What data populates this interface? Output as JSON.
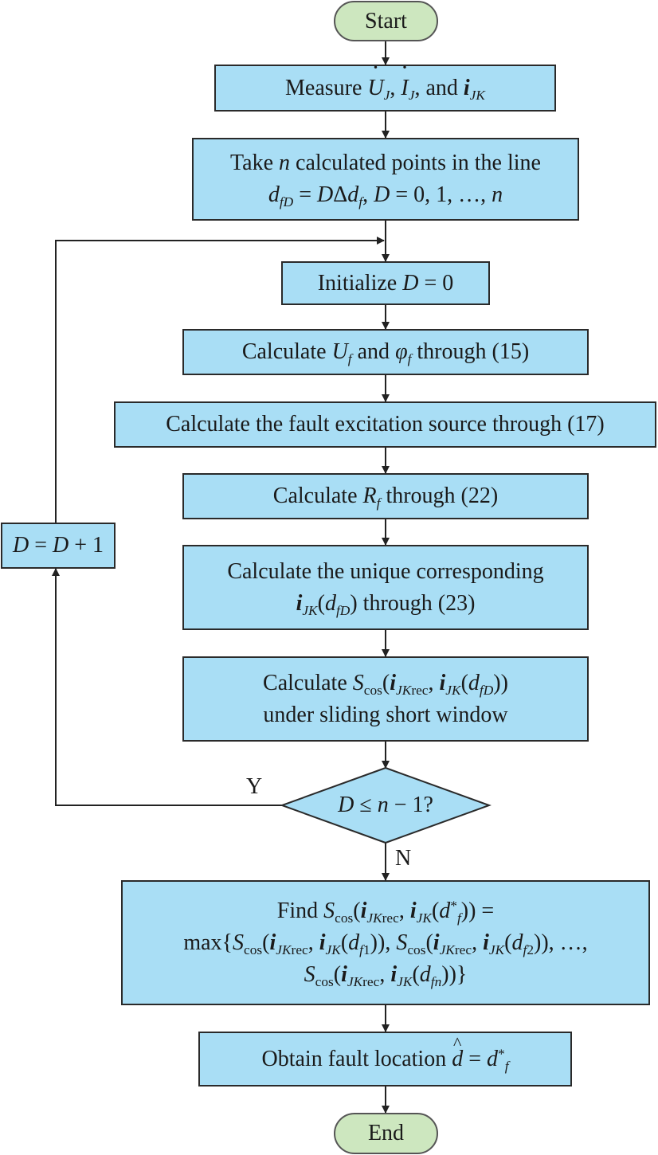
{
  "flowchart": {
    "start_label": "Start",
    "end_label": "End",
    "measure": {
      "prefix": "Measure ",
      "u": "U",
      "u_sub": "J",
      "i": "I",
      "i_sub": "J",
      "ijk": "i",
      "ijk_sub": "JK",
      "sep": ", ",
      "and": ", and "
    },
    "take_points": {
      "line1_a": "Take ",
      "line1_n": "n",
      "line1_b": " calculated points in the line",
      "d": "d",
      "d_sub": "fD",
      "eq": " = ",
      "D": "D",
      "delta": "Δ",
      "df": "d",
      "df_sub": "f",
      "comma": ", ",
      "D2": "D",
      "range": " = 0, 1, …, ",
      "n": "n"
    },
    "initialize": {
      "prefix": "Initialize ",
      "D": "D",
      "rest": " = 0"
    },
    "calc_uf": {
      "prefix": "Calculate ",
      "U": "U",
      "U_sub": "f",
      "and": " and ",
      "phi": "φ",
      "phi_sub": "f",
      "suffix": " through (15)"
    },
    "calc_source": "Calculate the fault excitation source through (17)",
    "calc_rf": {
      "prefix": "Calculate ",
      "R": "R",
      "R_sub": "f",
      "suffix": " through (22)"
    },
    "calc_ijk": {
      "line1": "Calculate the unique corresponding",
      "i": "i",
      "i_sub": "JK",
      "open": "(",
      "d": "d",
      "d_sub": "fD",
      "close": ")",
      "suffix": " through (23)"
    },
    "calc_scos": {
      "prefix": "Calculate ",
      "S": "S",
      "S_sub": "cos",
      "open": "(",
      "i1": "i",
      "i1_sub_it": "JK",
      "i1_sub_rm": "rec",
      "sep": ", ",
      "i2": "i",
      "i2_sub": "JK",
      "open2": "(",
      "d": "d",
      "d_sub": "fD",
      "close": "))",
      "line2": "under sliding short window"
    },
    "decision": {
      "D": "D",
      "le": " ≤ ",
      "n": "n",
      "rest": " − 1?"
    },
    "find": {
      "l1_prefix": "Find ",
      "S": "S",
      "S_sub": "cos",
      "open": "(",
      "i": "i",
      "i_sub_it": "JK",
      "i_sub_rm": "rec",
      "sep": ", ",
      "open2": "(",
      "d": "d",
      "d_sub": "f",
      "star": "*",
      "l1_close": ")) =",
      "max": "max",
      "brace_open": "{",
      "f1": "f",
      "f1n": "1",
      "f2": "f",
      "f2n": "2",
      "fn": "fn",
      "close_sep": ")), ",
      "ellipsis": "…,",
      "l3_close": "))}"
    },
    "obtain": {
      "prefix": "Obtain fault location ",
      "dhat": "d",
      "eq": " = ",
      "d": "d",
      "d_sub": "f",
      "star": "*"
    },
    "increment": {
      "D": "D",
      "eq": " = ",
      "D2": "D",
      "rest": " + 1"
    },
    "label_yes": "Y",
    "label_no": "N"
  }
}
